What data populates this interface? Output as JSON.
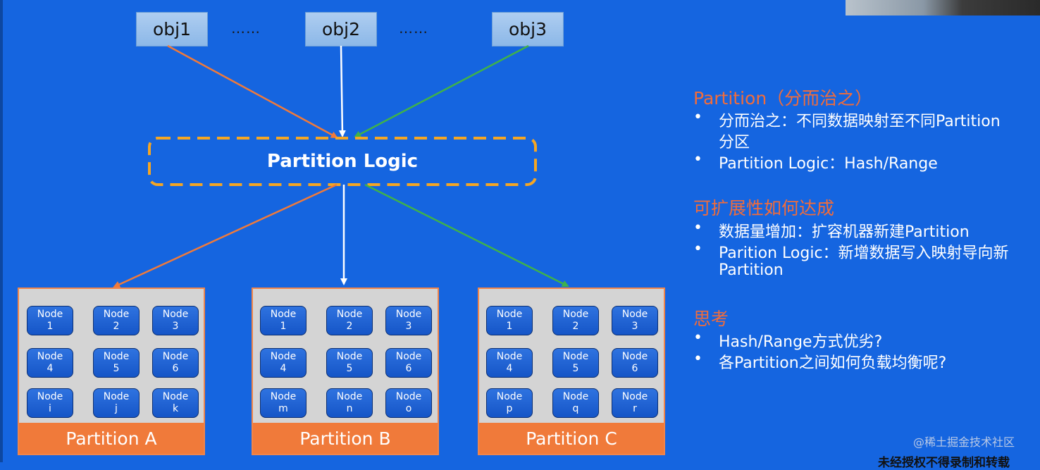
{
  "objects": [
    "obj1",
    "obj2",
    "obj3"
  ],
  "ellipsis": "……",
  "logic_label": "Partition Logic",
  "colors": {
    "orange": "#f07a3a",
    "white": "#ffffff",
    "green": "#3fb24a",
    "dash": "#f5a623"
  },
  "partitions": [
    {
      "name": "Partition A",
      "nodes": [
        [
          "Node",
          "1"
        ],
        [
          "Node",
          "2"
        ],
        [
          "Node",
          "3"
        ],
        [
          "Node",
          "4"
        ],
        [
          "Node",
          "5"
        ],
        [
          "Node",
          "6"
        ],
        [
          "Node",
          "i"
        ],
        [
          "Node",
          "j"
        ],
        [
          "Node",
          "k"
        ]
      ]
    },
    {
      "name": "Partition B",
      "nodes": [
        [
          "Node",
          "1"
        ],
        [
          "Node",
          "2"
        ],
        [
          "Node",
          "3"
        ],
        [
          "Node",
          "4"
        ],
        [
          "Node",
          "5"
        ],
        [
          "Node",
          "6"
        ],
        [
          "Node",
          "m"
        ],
        [
          "Node",
          "n"
        ],
        [
          "Node",
          "o"
        ]
      ]
    },
    {
      "name": "Partition C",
      "nodes": [
        [
          "Node",
          "1"
        ],
        [
          "Node",
          "2"
        ],
        [
          "Node",
          "3"
        ],
        [
          "Node",
          "4"
        ],
        [
          "Node",
          "5"
        ],
        [
          "Node",
          "6"
        ],
        [
          "Node",
          "p"
        ],
        [
          "Node",
          "q"
        ],
        [
          "Node",
          "r"
        ]
      ]
    }
  ],
  "notes": {
    "section1_title": "Partition（分而治之）",
    "section1_items": [
      "分而治之：不同数据映射至不同Partition",
      "Partition Logic：Hash/Range"
    ],
    "section1_item1_cont": "分区",
    "section2_title": "可扩展性如何达成",
    "section2_items": [
      "数据量增加：扩容机器新建Partition",
      "Parition Logic：新增数据写入映射导向新"
    ],
    "section2_item2_cont": "Partition",
    "section3_title": "思考",
    "section3_items": [
      "Hash/Range方式优劣?",
      "各Partition之间如何负载均衡呢?"
    ],
    "bullet_char": "•"
  },
  "watermark": "@稀土掘金技术社区",
  "cutoff_text": "未经授权不得录制和转载"
}
